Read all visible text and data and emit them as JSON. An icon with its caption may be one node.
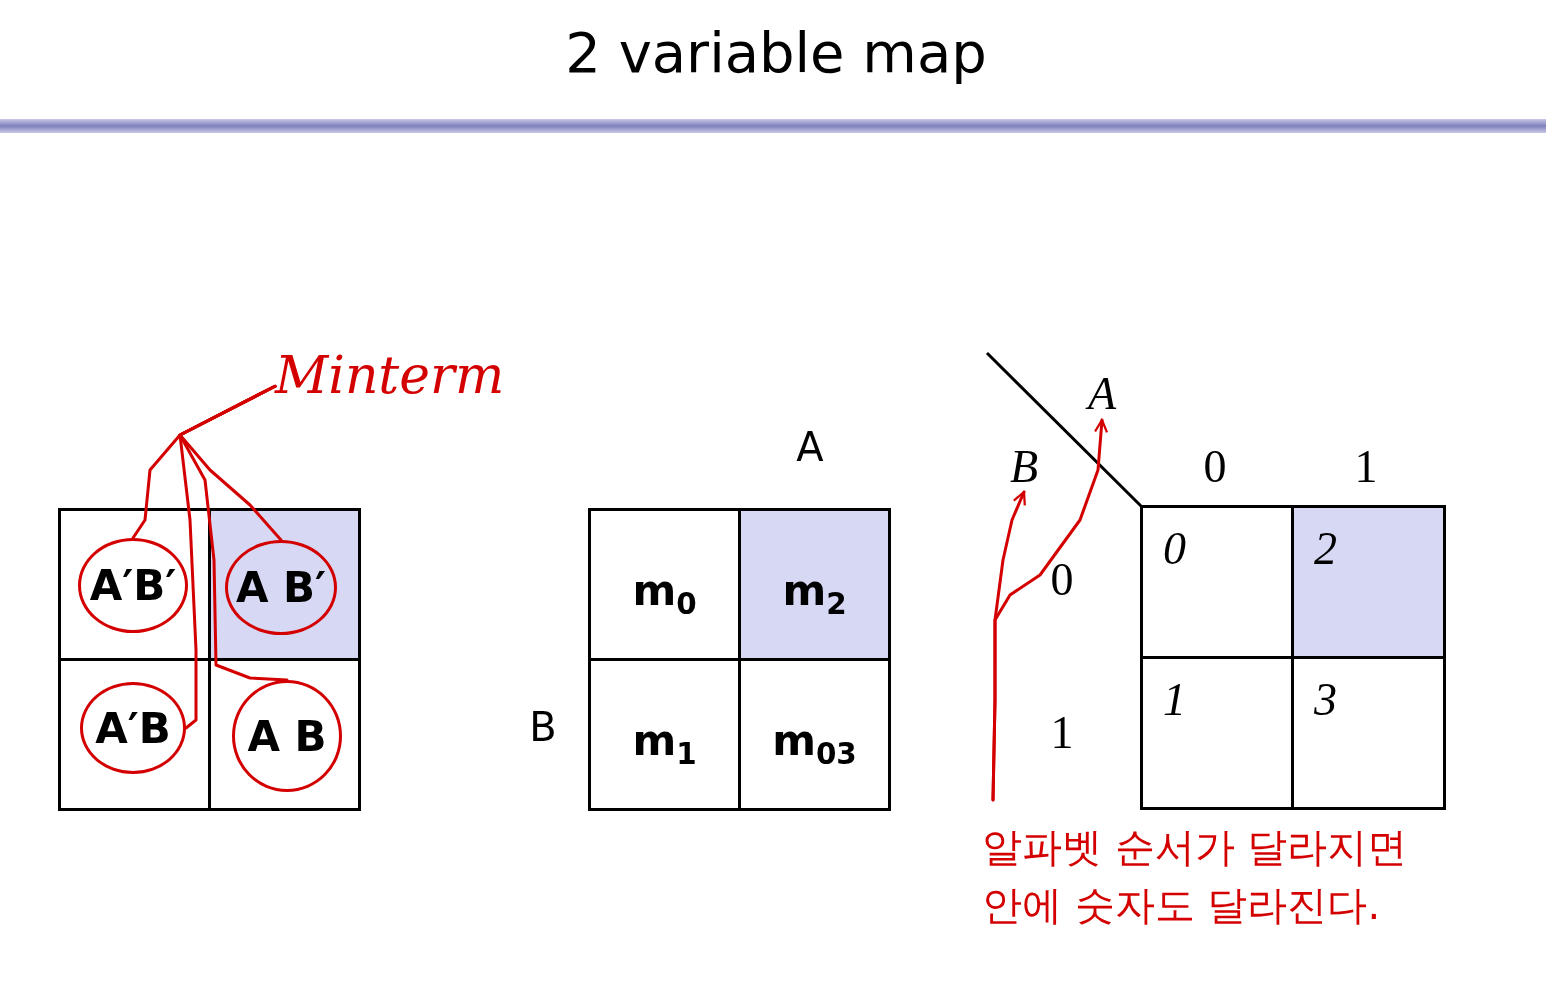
{
  "diagram": {
    "title": "2 variable map",
    "nodes": [
      {
        "text": [
          "Minterm"
        ]
      },
      {
        "text": [
          "A′B′"
        ]
      },
      {
        "text": [
          "A B′"
        ]
      },
      {
        "text": [
          "A′B"
        ]
      },
      {
        "text": [
          "A B"
        ]
      },
      {
        "text": [
          "B"
        ]
      },
      {
        "text": [
          "A"
        ]
      }
    ],
    "edges": [
      {
        "from": 0,
        "to": 1,
        "arrow": "none",
        "color": "#d40000"
      },
      {
        "from": 0,
        "to": 2,
        "arrow": "none",
        "color": "#d40000"
      },
      {
        "from": 0,
        "to": 3,
        "arrow": "none",
        "color": "#d40000"
      },
      {
        "from": 0,
        "to": 4,
        "arrow": "none",
        "color": "#d40000"
      },
      {
        "from": null,
        "to": 5,
        "arrow": "to",
        "color": "#d40000"
      },
      {
        "from": null,
        "to": 6,
        "arrow": "to",
        "color": "#d40000"
      }
    ],
    "labels": [
      "A",
      "B",
      "m$_{0}$",
      "m$_{2}$",
      "m$_{1}$",
      "m$_{03}$",
      "0",
      "1",
      "0",
      "1",
      "0",
      "2",
      "1",
      "3",
      "알파벳 순서가 달라지면 안에 숫자도 달라진다."
    ]
  }
}
